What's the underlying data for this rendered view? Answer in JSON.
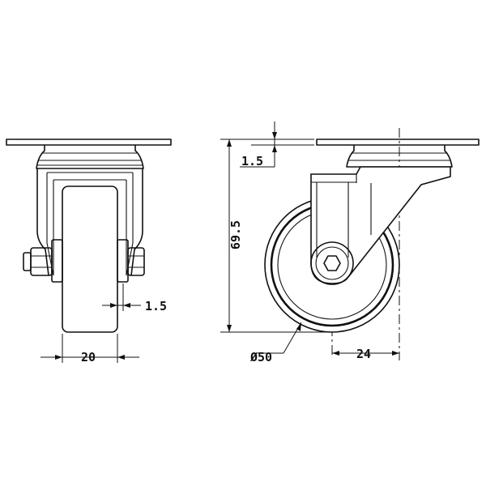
{
  "labels": {
    "plate_thickness": "1.5",
    "overall_height": "69.5",
    "wheel_diameter": "Ø50",
    "swivel_offset": "24",
    "wheel_width": "20",
    "bracket_gap": "1.5"
  }
}
